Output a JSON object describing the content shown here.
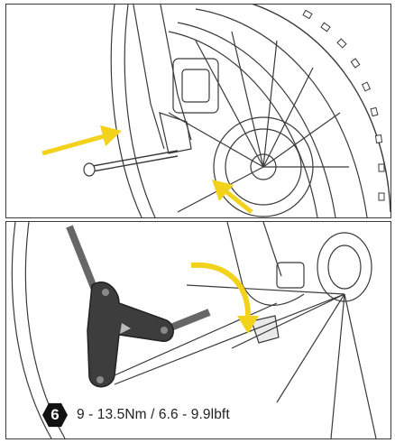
{
  "step": {
    "number": "6",
    "torque_spec": "9 - 13.5Nm / 6.6 - 9.9lbft"
  },
  "colors": {
    "arrow": "#f2d21a",
    "line": "#3a3a3a",
    "tool": "#444444"
  },
  "icons": {
    "top_arrows": "yellow-arrow",
    "rotation": "curved-yellow-arrow"
  }
}
